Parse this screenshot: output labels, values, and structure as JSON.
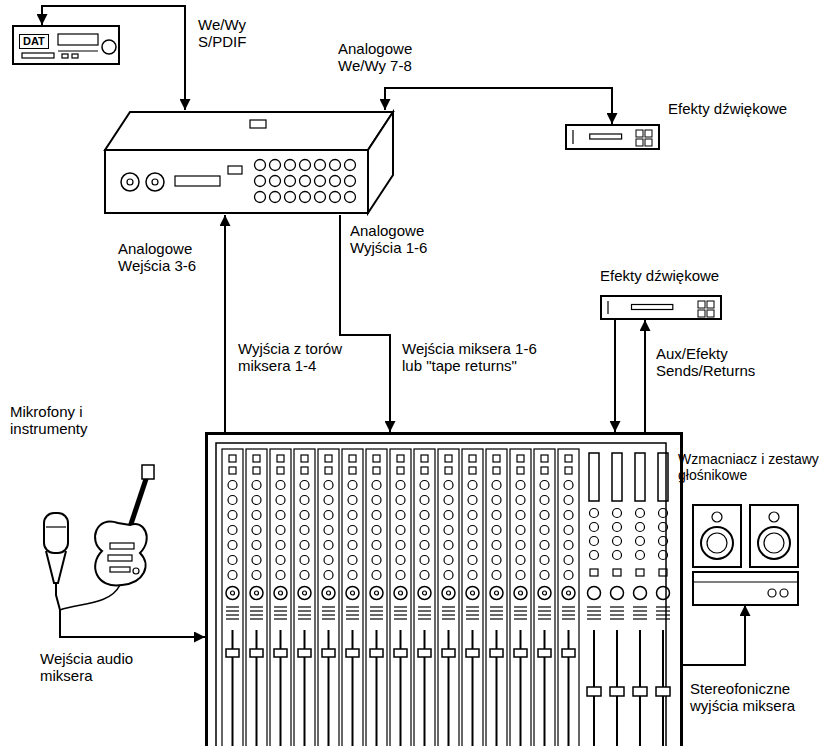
{
  "diagram": {
    "nodes": [
      {
        "text": [
          "DAT"
        ]
      },
      {
        "text": []
      },
      {
        "text": [
          "Efekty dźwiękowe"
        ]
      },
      {
        "text": [
          "Efekty dźwiękowe"
        ]
      },
      {
        "text": [
          "Mikrofony i instrumenty"
        ]
      },
      {
        "text": []
      },
      {
        "text": [
          "Wzmacniacz i zestawy głośnikowe"
        ]
      }
    ],
    "edges": [
      {
        "from": 1,
        "to": 0,
        "arrow": "both",
        "label": "We/Wy S/PDIF"
      },
      {
        "from": 1,
        "to": 2,
        "arrow": "both",
        "label": "Analogowe We/Wy 7-8"
      },
      {
        "from": 5,
        "to": 1,
        "arrow": "to",
        "label": "Wyjścia z torów miksera 1-4"
      },
      {
        "from": 1,
        "to": 5,
        "arrow": "to",
        "label": "Wejścia miksera 1-6 lub \"tape returns\""
      },
      {
        "from": 3,
        "to": 5,
        "arrow": "to",
        "label": "Aux/Efekty Sends/Returns"
      },
      {
        "from": 5,
        "to": 3,
        "arrow": "to"
      },
      {
        "from": 4,
        "to": 5,
        "arrow": "to",
        "label": "Wejścia audio miksera"
      },
      {
        "from": 5,
        "to": 6,
        "arrow": "to",
        "label": "Stereofoniczne wyjścia miksera"
      }
    ],
    "labels": [
      "Analogowe Wejścia 3-6",
      "Analogowe Wyjścia 1-6"
    ]
  }
}
